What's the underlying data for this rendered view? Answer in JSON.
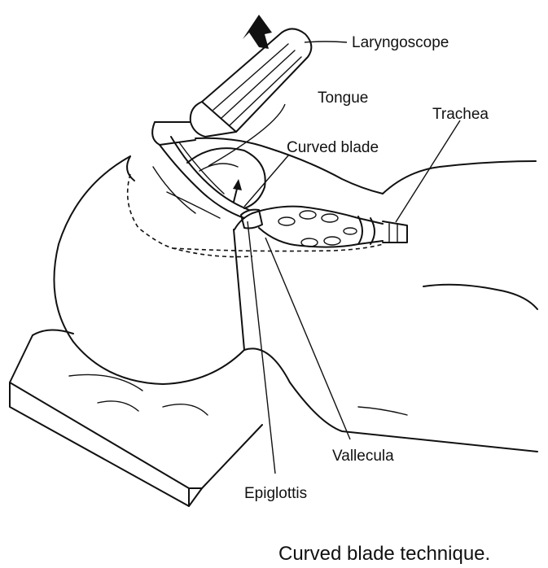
{
  "labels": {
    "laryngoscope": "Laryngoscope",
    "tongue": "Tongue",
    "trachea": "Trachea",
    "curved_blade": "Curved blade",
    "vallecula": "Vallecula",
    "epiglottis": "Epiglottis"
  },
  "caption": "Curved blade technique.",
  "colors": {
    "ink": "#111111",
    "background": "#ffffff"
  }
}
